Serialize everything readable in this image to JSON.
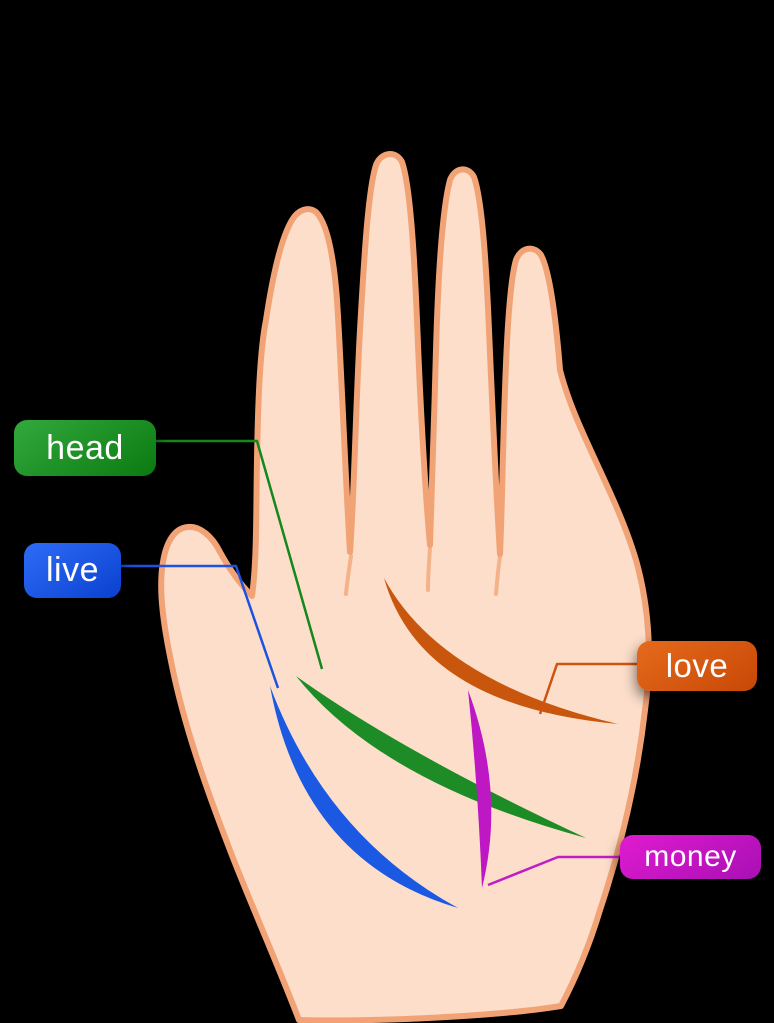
{
  "background_color": "#000000",
  "hand": {
    "fill_color": "#fcdeca",
    "outline_color": "#f1a376"
  },
  "labels": {
    "head": {
      "text": "head",
      "badge_color": "#1b8f24",
      "leader_color": "#14871d"
    },
    "live": {
      "text": "live",
      "badge_color": "#1a53e6",
      "leader_color": "#1d52e0"
    },
    "love": {
      "text": "love",
      "badge_color": "#d8570f",
      "leader_color": "#cf5410"
    },
    "money": {
      "text": "money",
      "badge_color": "#c716c6",
      "leader_color": "#c01ec4"
    }
  },
  "palm_lines": {
    "head_line": {
      "label": "head",
      "color": "#1e8c26"
    },
    "life_line": {
      "label": "live",
      "color": "#1c59e3"
    },
    "heart_line": {
      "label": "love",
      "color": "#c9560d"
    },
    "money_line": {
      "label": "money",
      "color": "#bd18c4"
    }
  }
}
